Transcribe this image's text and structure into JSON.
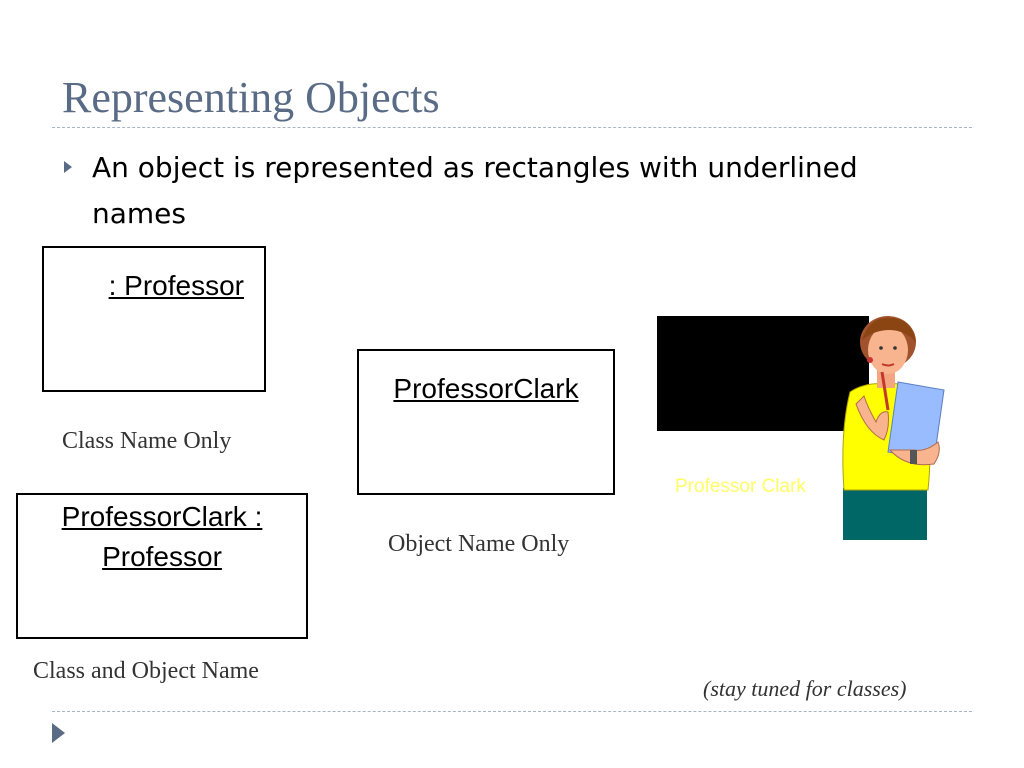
{
  "title": "Representing Objects",
  "bullet": "An object is represented as rectangles with underlined names",
  "boxes": {
    "class_only": ": Professor",
    "object_only": "ProfessorClark",
    "class_and_object_line1": "ProfessorClark :",
    "class_and_object_line2": "Professor"
  },
  "captions": {
    "class_only": "Class Name Only",
    "object_only": "Object Name Only",
    "class_and_object": "Class and Object Name"
  },
  "image_label": "Professor Clark",
  "note": "(stay tuned for classes)",
  "colors": {
    "title": "#5a6b86",
    "label": "#ffff66",
    "shirt": "#ffff00",
    "skirt": "#006666",
    "clipboard": "#99bbff"
  },
  "icons": [
    "bullet-arrow-icon",
    "professor-clipart-icon",
    "footer-arrow-icon"
  ]
}
